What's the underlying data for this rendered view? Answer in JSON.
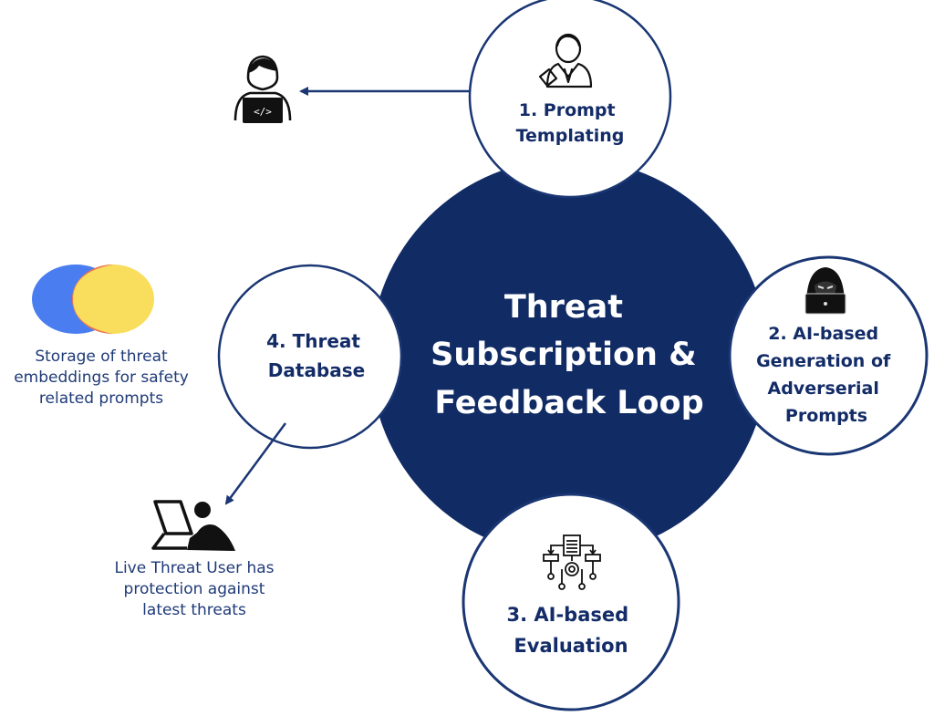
{
  "colors": {
    "navy": "#112B65",
    "stroke": "#1a3673",
    "venn_blue": "#4a7ef0",
    "venn_orange": "#ec6e4f",
    "venn_yellow": "#f9dd5c",
    "icon": "#111111"
  },
  "center": {
    "title_lines": [
      "Threat",
      "Subscription &",
      "Feedback Loop"
    ]
  },
  "steps": [
    {
      "id": "prompt-templating",
      "icon": "person-tie-icon",
      "lines": [
        "1. Prompt",
        "Templating"
      ]
    },
    {
      "id": "adversarial-generation",
      "icon": "hooded-hacker-icon",
      "lines": [
        "2. AI-based",
        "Generation of",
        "Adverserial",
        "Prompts"
      ]
    },
    {
      "id": "ai-evaluation",
      "icon": "workflow-gear-icon",
      "lines": [
        "3. AI-based",
        "Evaluation"
      ]
    },
    {
      "id": "threat-database",
      "icon": "",
      "lines": [
        "4. Threat",
        "Database"
      ]
    }
  ],
  "side_items": {
    "developer": {
      "icon": "developer-laptop-icon"
    },
    "storage": {
      "icon": "venn-embeddings-icon",
      "lines": [
        "Storage of threat",
        "embeddings for safety",
        "related prompts"
      ]
    },
    "live_user": {
      "icon": "user-at-terminal-icon",
      "lines": [
        "Live Threat User has",
        "protection against",
        "latest threats"
      ]
    }
  }
}
